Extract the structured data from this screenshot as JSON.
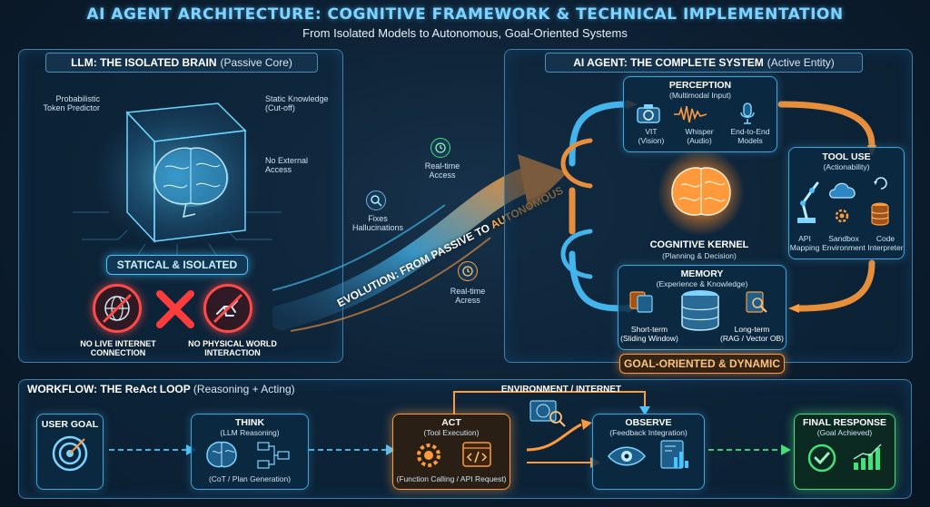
{
  "header": {
    "title": "AI AGENT ARCHITECTURE: COGNITIVE FRAMEWORK & TECHNICAL IMPLEMENTATION",
    "subtitle": "From Isolated Models to Autonomous, Goal-Oriented Systems"
  },
  "llm_panel": {
    "tab_bold": "LLM: THE ISOLATED BRAIN",
    "tab_light": "(Passive Core)",
    "labels": {
      "probabilistic": "Probabilistic\nToken Predictor",
      "static_knowledge": "Static Knowledge\n(Cut-off)",
      "no_external": "No External\nAccess"
    },
    "badge": "STATICAL & ISOLATED",
    "no_internet": "NO LIVE INTERNET\nCONNECTION",
    "no_physical": "NO PHYSICAL WORLD\nINTERACTION"
  },
  "evolution": {
    "text_prefix": "EVOLUTION: FROM PASSIVE TO",
    "text_highlight": "AUTONOMOUS",
    "fixes": "Fixes\nHallucinations",
    "realtime_top": "Real-time\nAccess",
    "realtime_bottom": "Real-time\nAcress"
  },
  "agent_panel": {
    "tab_bold": "AI AGENT: THE COMPLETE SYSTEM",
    "tab_light": "(Active Entity)",
    "perception": {
      "title": "PERCEPTION",
      "subtitle": "(Multimodal Input)",
      "items": [
        "VIT\n(Vision)",
        "Whisper\n(Audio)",
        "End-to-End\nModels"
      ]
    },
    "tool_use": {
      "title": "TOOL USE",
      "subtitle": "(Actionability)",
      "items": [
        "API\nMapping",
        "Sandbox\nEnvironment",
        "Code\nInterpreter"
      ]
    },
    "kernel": {
      "title": "COGNITIVE KERNEL",
      "subtitle": "(Planning & Decision)"
    },
    "memory": {
      "title": "MEMORY",
      "subtitle": "(Experience & Knowledge)",
      "short": "Short-term\n(Sliding Window)",
      "long": "Long-term\n(RAG / Vector OB)"
    },
    "badge": "GOAL-ORIENTED & DYNAMIC"
  },
  "workflow": {
    "tab_bold": "WORKFLOW: THE ReAct LOOP",
    "tab_light": "(Reasoning + Acting)",
    "environment": "ENVIRONMENT / INTERNET",
    "user_goal": "USER GOAL",
    "think": {
      "title": "THINK",
      "subtitle": "(LLM Reasoning)",
      "footer": "(CoT / Plan Generation)"
    },
    "act": {
      "title": "ACT",
      "subtitle": "(Tool Execution)",
      "footer": "(Function Calling / API Request)"
    },
    "observe": {
      "title": "OBSERVE",
      "subtitle": "(Feedback Integration)"
    },
    "final": {
      "title": "FINAL RESPONSE",
      "subtitle": "(Goal Achieved)"
    }
  },
  "colors": {
    "cyan": "#4ac4ff",
    "orange": "#ff9a3c",
    "green": "#46e07a",
    "red": "#ff4a4a",
    "title": "#7fd3ff"
  }
}
